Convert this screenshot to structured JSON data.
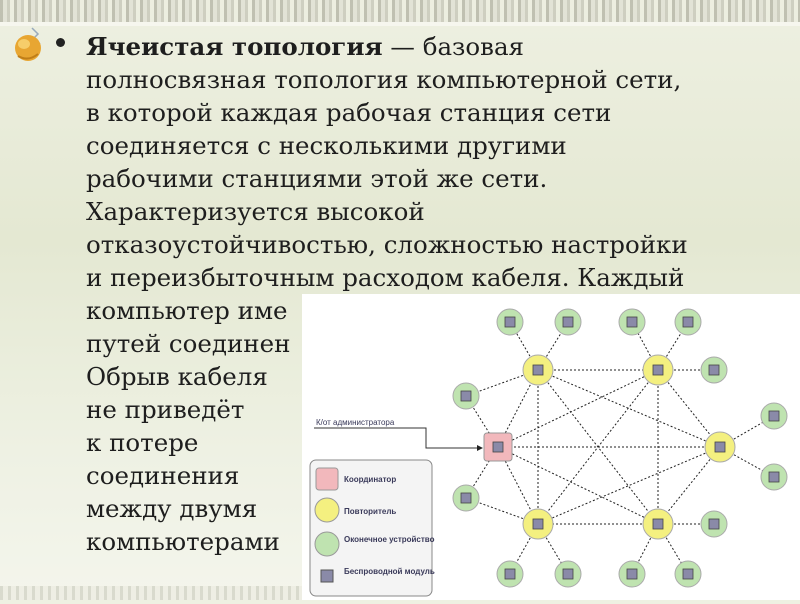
{
  "slide": {
    "term": "Ячеистая топология",
    "dash": " — ",
    "body_line1_rest": "базовая",
    "body_lines": "полносвязная топология компьютерной сети,\nв которой каждая рабочая станция сети\nсоединяется с несколькими другими\nрабочими станциями этой же сети.\nХарактеризуется высокой\nотказоустойчивостью, сложностью настройки\nи переизбыточным расходом кабеля. Каждый",
    "body_continued": "компьютер име\nпутей соединен\nОбрыв кабеля\nне приведёт\nк потере\nсоединения\nмежду двумя\nкомпьютерами"
  },
  "diagram": {
    "admin_label": "К/от администратора",
    "legend": [
      "Координатор",
      "Повторитель",
      "Оконечное устройство",
      "Беспроводной модуль"
    ],
    "legend_colors": {
      "coordinator": "#f2b8bc",
      "repeater": "#f4f080",
      "end_device": "#bfe3b0",
      "module": "#8a8aa8"
    }
  }
}
